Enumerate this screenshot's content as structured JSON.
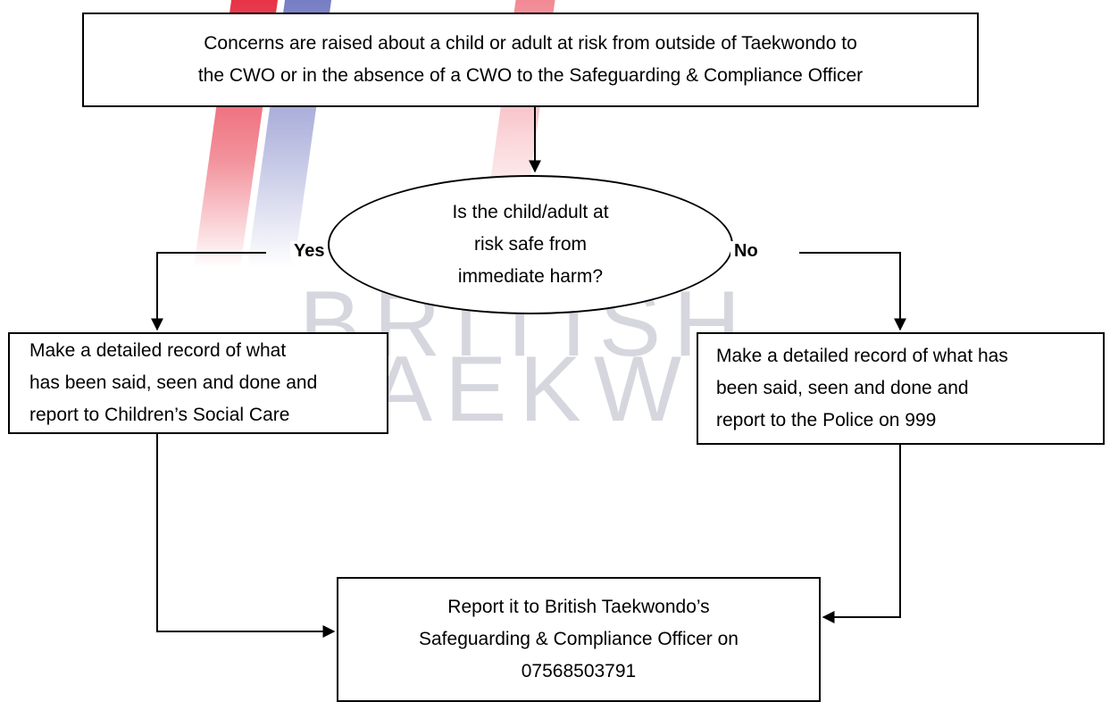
{
  "watermark": {
    "line1": "BRITISH",
    "line2": "TAEKWONDO",
    "colors": {
      "red": "#e6283c",
      "blue": "#3c46aa",
      "grey": "#d6d6de"
    }
  },
  "flow": {
    "start": "Concerns are raised about a child or adult at risk from outside of Taekwondo to\nthe CWO or in the absence of a CWO to the Safeguarding & Compliance Officer",
    "decision": "Is the child/adult at\nrisk safe from\nimmediate harm?",
    "yes_label": "Yes",
    "no_label": "No",
    "yes_action": "Make a detailed record of what\nhas been said, seen and done and\nreport to Children’s Social Care",
    "no_action": "Make a detailed record of what has\nbeen said, seen and done and\nreport to the Police on 999",
    "final": "Report it to British Taekwondo’s\nSafeguarding & Compliance Officer on\n07568503791"
  }
}
